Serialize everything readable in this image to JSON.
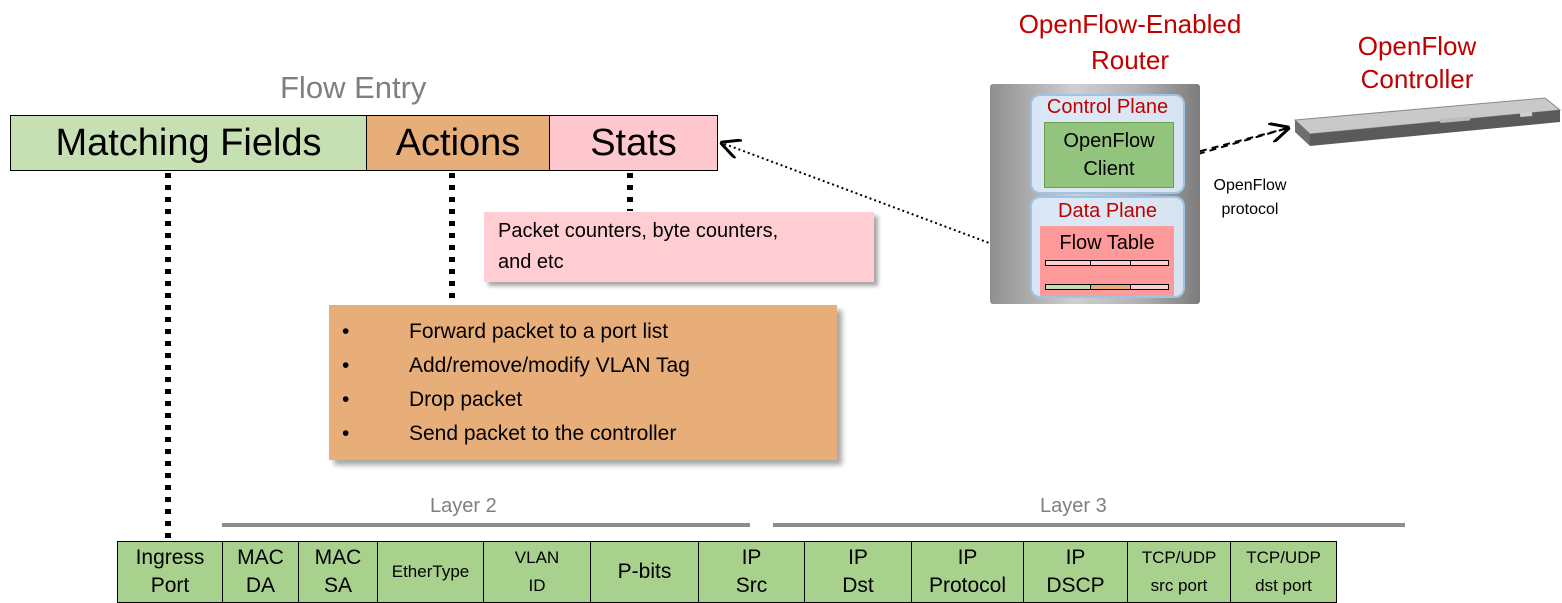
{
  "flow_entry": {
    "title": "Flow Entry",
    "matching_fields": "Matching Fields",
    "actions": "Actions",
    "stats": "Stats"
  },
  "stats_callout": {
    "line1": "Packet counters, byte counters,",
    "line2": "and etc"
  },
  "actions_callout": {
    "bullet": "•",
    "items": [
      "Forward packet to a port list",
      "Add/remove/modify VLAN Tag",
      "Drop packet",
      "Send packet to the controller"
    ]
  },
  "router": {
    "title_line1": "OpenFlow-Enabled",
    "title_line2": "Router",
    "control_plane": "Control Plane",
    "client_line1": "OpenFlow",
    "client_line2": "Client",
    "data_plane": "Data Plane",
    "flow_table": "Flow Table"
  },
  "controller": {
    "title_line1": "OpenFlow",
    "title_line2": "Controller"
  },
  "protocol": {
    "line1": "OpenFlow",
    "line2": "protocol"
  },
  "layers": {
    "layer2": "Layer 2",
    "layer3": "Layer 3"
  },
  "fields": [
    {
      "label": "Ingress\nPort"
    },
    {
      "label": "MAC\nDA"
    },
    {
      "label": "MAC\nSA"
    },
    {
      "label": "EtherType"
    },
    {
      "label": "VLAN\nID"
    },
    {
      "label": "P-bits"
    },
    {
      "label": "IP\nSrc"
    },
    {
      "label": "IP\nDst"
    },
    {
      "label": "IP\nProtocol"
    },
    {
      "label": "IP\nDSCP"
    },
    {
      "label": "TCP/UDP\nsrc port"
    },
    {
      "label": "TCP/UDP\ndst port"
    }
  ],
  "colors": {
    "matching": "#c6e0b4",
    "actions": "#e8ae7a",
    "stats": "#ffc7ce",
    "red_text": "#c00000",
    "field_green": "#a9d18e"
  }
}
